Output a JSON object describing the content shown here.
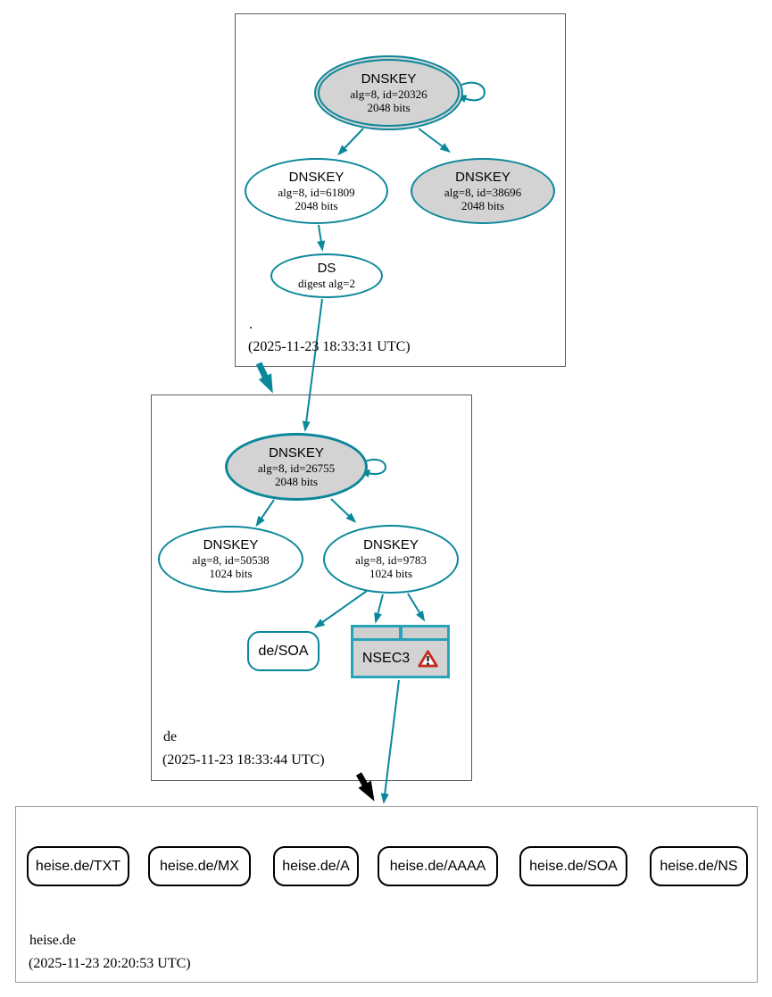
{
  "colors": {
    "edge_teal": "#0a879a",
    "nsec3_teal": "#28a4b9",
    "node_fill_gray": "#d3d3d3",
    "warning_red": "#c42b1c",
    "black_arrow": "#000000"
  },
  "zones": {
    "root": {
      "name": ".",
      "timestamp": "(2025-11-23 18:33:31 UTC)",
      "nodes": {
        "ksk": {
          "title": "DNSKEY",
          "line1": "alg=8, id=20326",
          "line2": "2048 bits"
        },
        "zsk": {
          "title": "DNSKEY",
          "line1": "alg=8, id=61809",
          "line2": "2048 bits"
        },
        "key2": {
          "title": "DNSKEY",
          "line1": "alg=8, id=38696",
          "line2": "2048 bits"
        },
        "ds": {
          "title": "DS",
          "line1": "digest alg=2"
        }
      }
    },
    "de": {
      "name": "de",
      "timestamp": "(2025-11-23 18:33:44 UTC)",
      "nodes": {
        "ksk": {
          "title": "DNSKEY",
          "line1": "alg=8, id=26755",
          "line2": "2048 bits"
        },
        "zsk1": {
          "title": "DNSKEY",
          "line1": "alg=8, id=50538",
          "line2": "1024 bits"
        },
        "zsk2": {
          "title": "DNSKEY",
          "line1": "alg=8, id=9783",
          "line2": "1024 bits"
        },
        "soa": {
          "label": "de/SOA"
        },
        "nsec3": {
          "label": "NSEC3"
        }
      }
    },
    "heise": {
      "name": "heise.de",
      "timestamp": "(2025-11-23 20:20:53 UTC)",
      "rrsets": [
        {
          "label": "heise.de/TXT"
        },
        {
          "label": "heise.de/MX"
        },
        {
          "label": "heise.de/A"
        },
        {
          "label": "heise.de/AAAA"
        },
        {
          "label": "heise.de/SOA"
        },
        {
          "label": "heise.de/NS"
        }
      ]
    }
  }
}
